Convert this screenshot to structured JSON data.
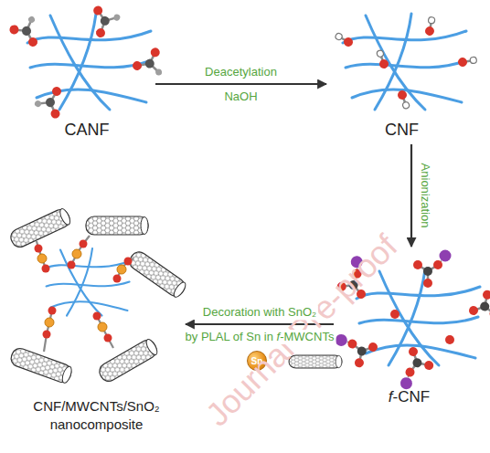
{
  "diagram": {
    "nodes": [
      {
        "text": [
          "CANF"
        ]
      },
      {
        "text": [
          "CNF"
        ]
      },
      {
        "text": [
          "f-CNF"
        ]
      },
      {
        "text": [
          "CNF/MWCNTs/SnO₂ nanocomposite"
        ]
      },
      {
        "text": [
          "Sn"
        ]
      }
    ],
    "edges": [
      {
        "from": 0,
        "to": 1,
        "arrow": "to",
        "label": "Deacetylation"
      },
      {
        "from": 1,
        "to": 2,
        "arrow": "to",
        "label": "Anionization"
      },
      {
        "from": 2,
        "to": 3,
        "arrow": "to",
        "label": "Decoration with SnO₂"
      }
    ],
    "labels": [
      "NaOH",
      "by PLAL of Sn in f-MWCNTs",
      "Journal Pre-proof"
    ]
  }
}
